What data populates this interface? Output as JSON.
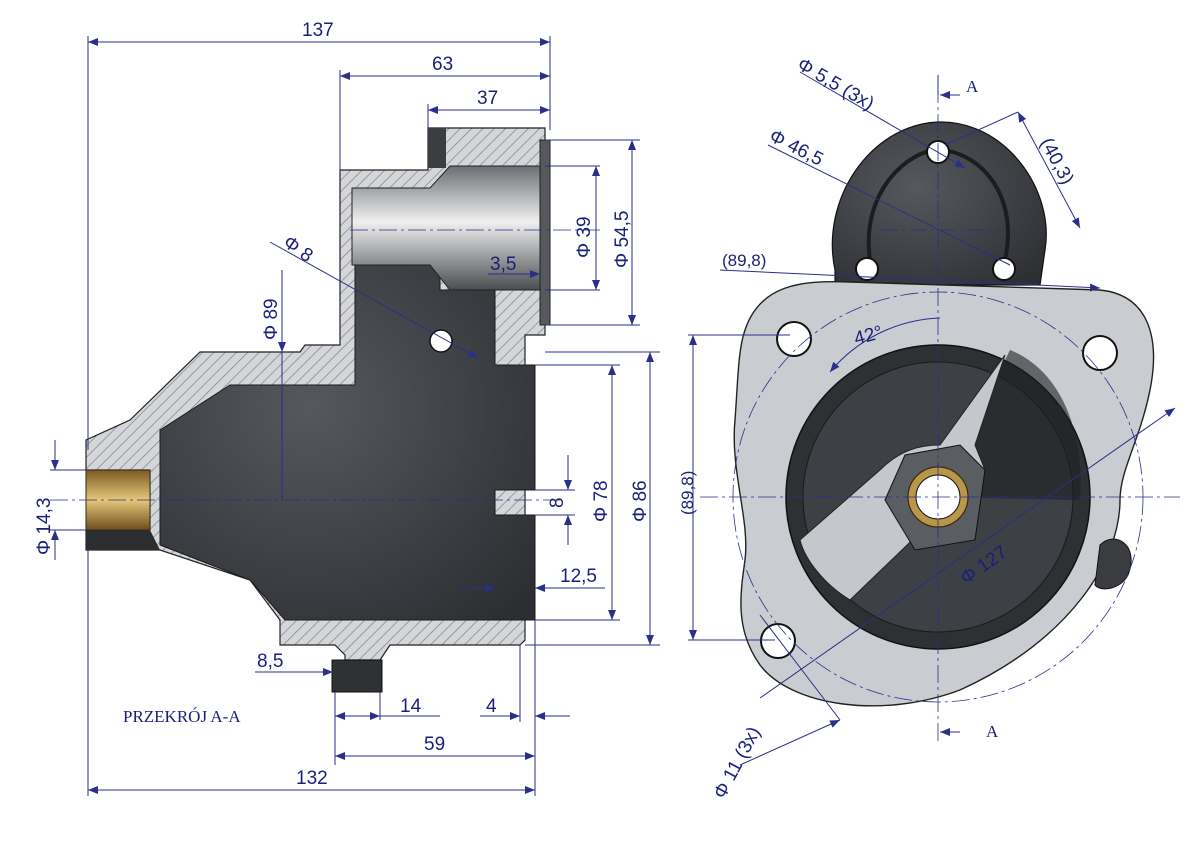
{
  "section_label": "PRZEKRÓJ A-A",
  "section_mark": "A",
  "section_mark_bottom": "A",
  "dims": {
    "d137": "137",
    "d63": "63",
    "d37": "37",
    "d39": "Φ 39",
    "d54_5": "Φ 54,5",
    "d8h": "Φ 8",
    "d3_5": "3,5",
    "d89": "Φ 89",
    "d78": "Φ 78",
    "d86": "Φ 86",
    "d8": "8",
    "d14_3": "Φ 14,3",
    "d12_5": "12,5",
    "d8_5": "8,5",
    "d14": "14",
    "d4": "4",
    "d59": "59",
    "d132": "132",
    "d5_5": "Φ 5,5 (3x)",
    "d46_5": "Φ 46,5",
    "d40_3": "(40,3)",
    "d89_8a": "(89,8)",
    "d89_8b": "(89,8)",
    "d42": "42°",
    "d127": "Φ 127",
    "d11": "Φ 11 (3x)"
  },
  "colors": {
    "dimension": "#1a1f7a",
    "casting": "#3c3f44",
    "hatch": "#b9bcc2",
    "bushing": "#b8964a",
    "flange": "#c9ccd0"
  }
}
